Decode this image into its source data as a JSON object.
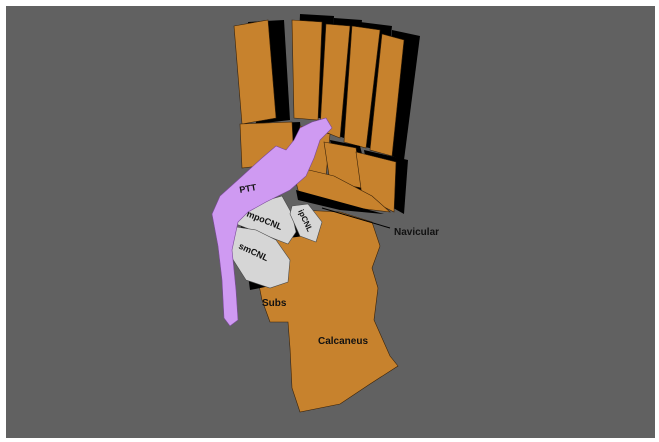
{
  "diagram": {
    "colors": {
      "background": "#616161",
      "bone": "#c7822d",
      "bone_shadow": "#000000",
      "ptt": "#cf9af2",
      "ligament": "#d6d6d6",
      "frame": "#ffffff"
    },
    "labels": {
      "ptt": "PTT",
      "mpocnl": "mpoCNL",
      "ipcnl": "ipCNL",
      "smcnl": "smCNL",
      "subs": "Subs",
      "navicular": "Navicular",
      "calcaneus": "Calcaneus"
    }
  }
}
